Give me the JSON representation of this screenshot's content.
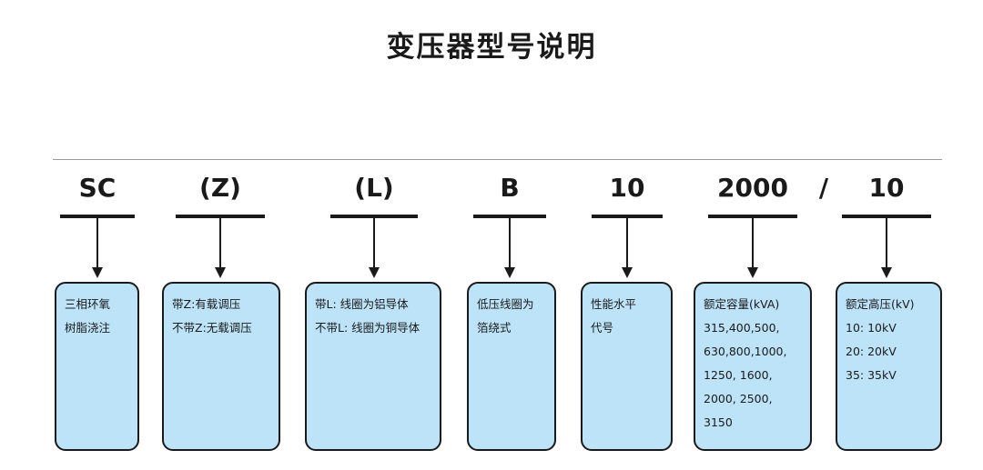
{
  "title": "变压器型号说明",
  "slash": "/",
  "segments": [
    {
      "code": "SC",
      "desc": "三相环氧\n树脂浇注"
    },
    {
      "code": "(Z)",
      "desc": "带Z:有载调压\n不带Z:无载调压"
    },
    {
      "code": "(L)",
      "desc": "带L: 线圈为铝导体\n不带L: 线圈为铜导体"
    },
    {
      "code": "B",
      "desc": "低压线圈为\n箔绕式"
    },
    {
      "code": "10",
      "desc": "性能水平\n代号"
    },
    {
      "code": "2000",
      "desc": "额定容量(kVA)\n315,400,500,\n630,800,1000,\n1250, 1600,\n2000, 2500,\n3150"
    },
    {
      "code": "10",
      "desc": "额定高压(kV)\n10: 10kV\n20: 20kV\n35: 35kV"
    }
  ],
  "colors": {
    "box_fill": "#bde3f8",
    "stroke": "#1a1a1a"
  }
}
